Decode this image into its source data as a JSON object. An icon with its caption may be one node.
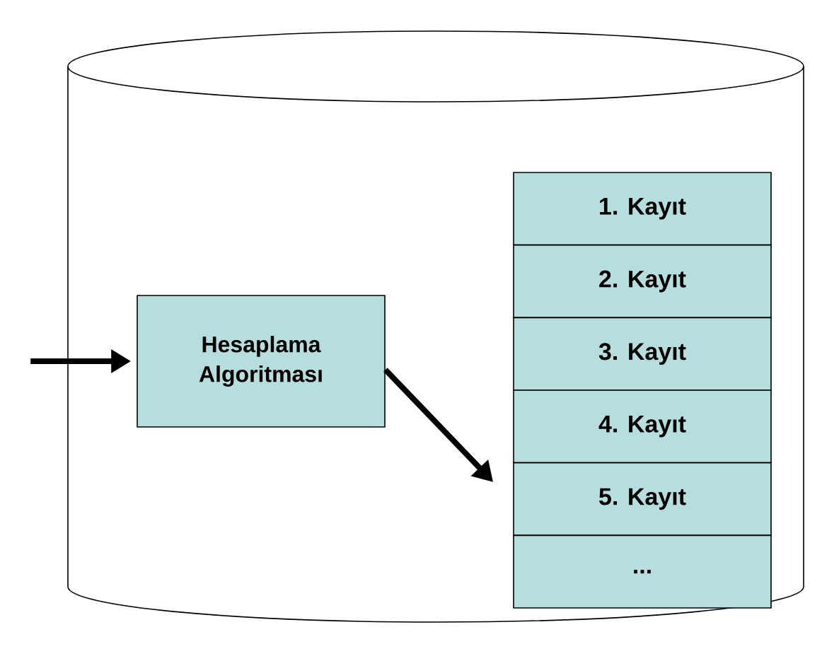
{
  "diagram": {
    "nodes": [
      {
        "text": [],
        "shape": "cylinder"
      },
      {
        "text": [
          "Hesaplama Algoritması"
        ],
        "in": 0
      },
      {
        "text": [
          "1. Kayıt"
        ],
        "in": 0
      },
      {
        "text": [
          "2. Kayıt"
        ],
        "in": 0
      },
      {
        "text": [
          "3. Kayıt"
        ],
        "in": 0
      },
      {
        "text": [
          "4. Kayıt"
        ],
        "in": 0
      },
      {
        "text": [
          "5. Kayıt"
        ],
        "in": 0
      },
      {
        "text": [
          "..."
        ],
        "in": 0
      }
    ],
    "edges": [
      {
        "from": null,
        "to": 1,
        "arrow": "to"
      },
      {
        "from": 1,
        "to": 6,
        "arrow": "to"
      }
    ]
  }
}
